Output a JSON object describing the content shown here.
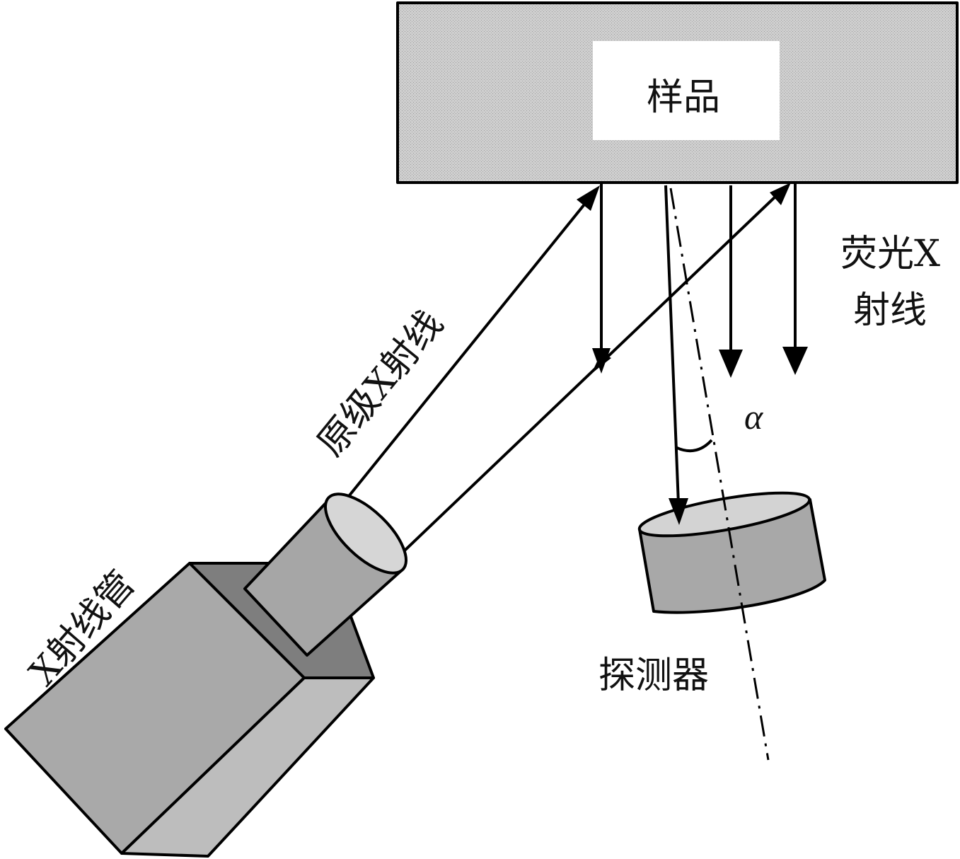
{
  "labels": {
    "sample": "样品",
    "primary_xray": "原级X射线",
    "xray_tube": "X射线管",
    "fluorescent_line1": "荧光X",
    "fluorescent_line2": "射线",
    "detector": "探测器",
    "angle": "α"
  },
  "colors": {
    "sample_holder_fill": "#c8c8c8",
    "sample_fill": "#ffffff",
    "tube_front_face": "#a9a9a9",
    "tube_side_face": "#bdbdbd",
    "tube_top_face": "#7e7e7e",
    "collimator_body": "#a6a6a6",
    "collimator_window": "#d6d6d6",
    "detector_body": "#a8a8a8",
    "detector_top": "#d3d3d3",
    "line": "#000000"
  },
  "icons": {
    "arrowhead": "filled-triangle"
  }
}
